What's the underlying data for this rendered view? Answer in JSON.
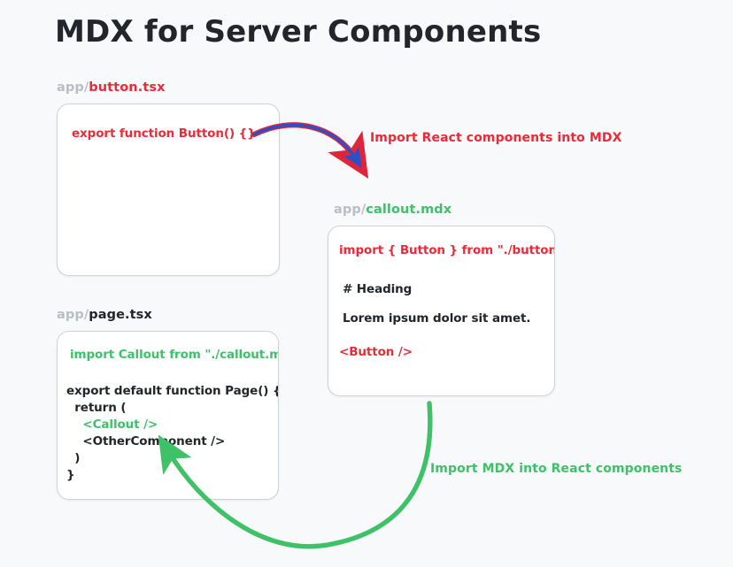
{
  "page": {
    "title": "MDX for Server Components",
    "background_color": "#f8f9fb"
  },
  "colors": {
    "red": "#ec2a38",
    "green": "#3fc168",
    "dark": "#22252a",
    "dir_gray": "#b9bec4",
    "box_border": "#cfd2d6",
    "arrow_purple_core": "#2b4fc9",
    "arrow_purple_edge": "#e0243a",
    "arrow_green": "#3fc168"
  },
  "boxes": {
    "button_tsx": {
      "label_dir": "app/",
      "label_name": "button.tsx",
      "lines": [
        {
          "text": "export function Button() {}",
          "color": "red",
          "indent": 0
        }
      ]
    },
    "callout_mdx": {
      "label_dir": "app/",
      "label_name": "callout.mdx",
      "lines": [
        {
          "text": "import { Button } from \"./button\"",
          "color": "red",
          "indent": 0
        },
        {
          "text": "# Heading",
          "color": "dark",
          "indent": 0
        },
        {
          "text": "Lorem ipsum dolor sit amet.",
          "color": "dark",
          "indent": 0
        },
        {
          "text": "<Button />",
          "color": "red",
          "indent": 0
        }
      ]
    },
    "page_tsx": {
      "label_dir": "app/",
      "label_name": "page.tsx",
      "lines": [
        {
          "text": "import Callout from \"./callout.mdx\"",
          "color": "green",
          "indent": 1
        },
        {
          "text": "export default function Page() {",
          "color": "dark",
          "indent": 0
        },
        {
          "text": "  return (",
          "color": "dark",
          "indent": 0
        },
        {
          "text": "    <Callout />",
          "color": "green",
          "indent": 0
        },
        {
          "text": "    <OtherComponent />",
          "color": "dark",
          "indent": 0
        },
        {
          "text": "  )",
          "color": "dark",
          "indent": 0
        },
        {
          "text": "}",
          "color": "dark",
          "indent": 0
        }
      ]
    }
  },
  "arrows": {
    "react_into_mdx": {
      "label": "Import React components into MDX",
      "color": "#2b4fc9",
      "from": "button.tsx",
      "to": "callout.mdx"
    },
    "mdx_into_react": {
      "label": "Import MDX into React components",
      "color": "#3fc168",
      "from": "callout.mdx",
      "to": "page.tsx"
    }
  }
}
